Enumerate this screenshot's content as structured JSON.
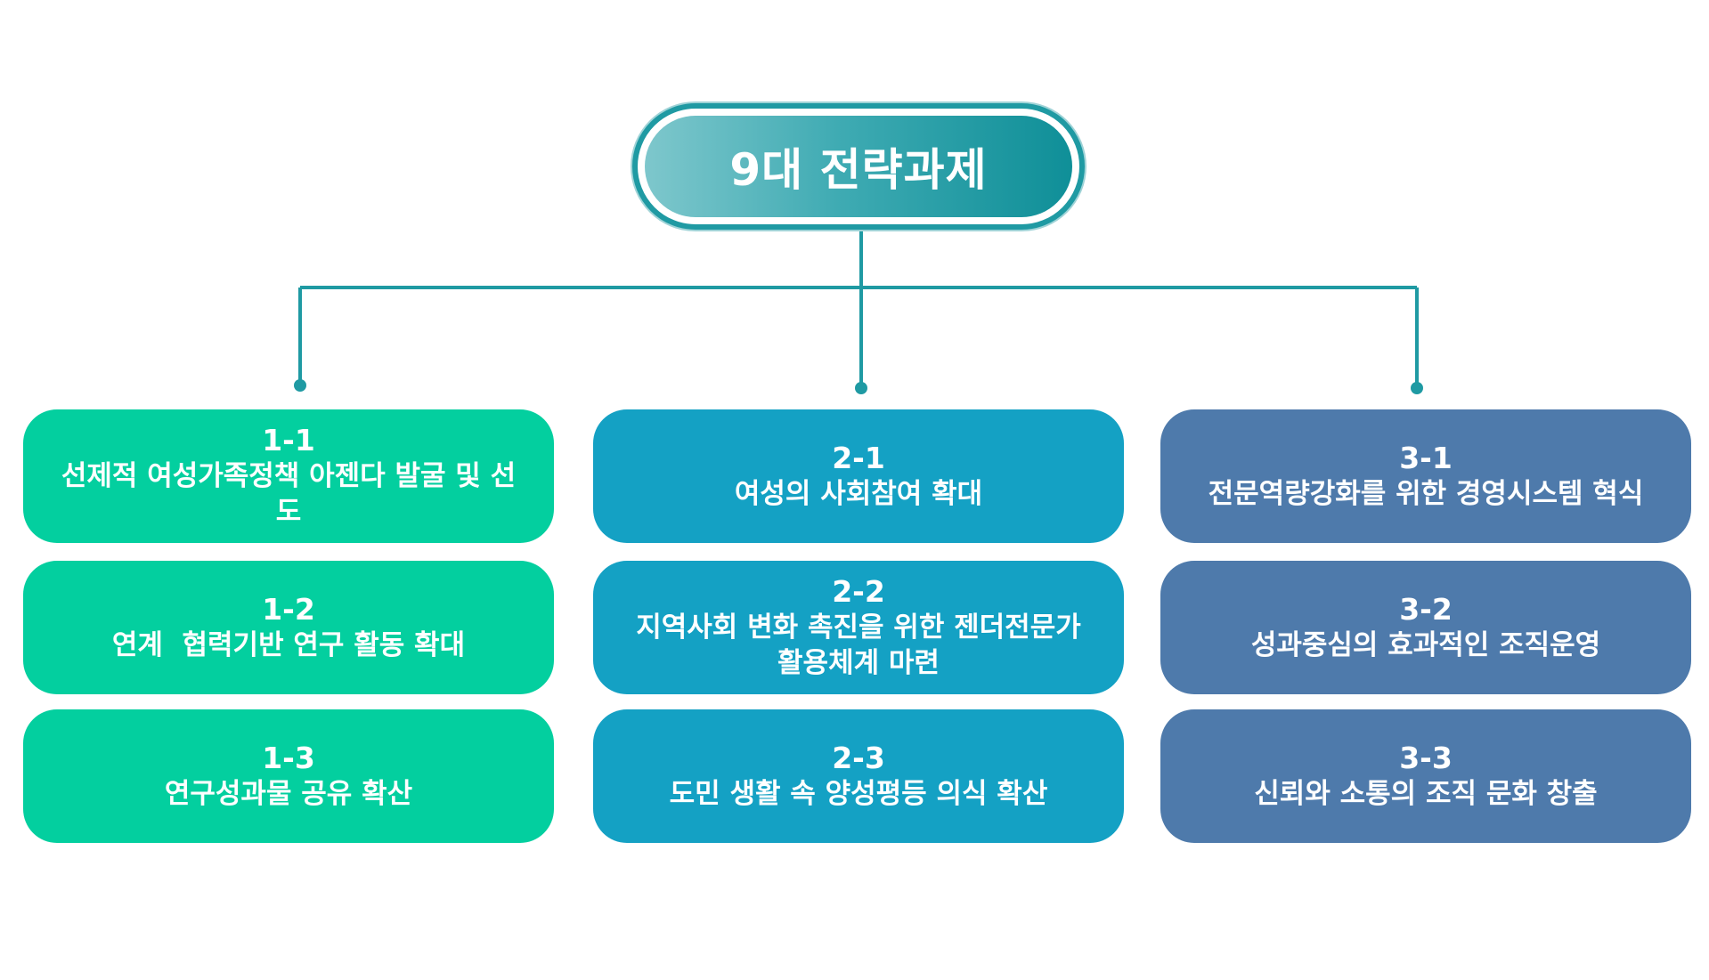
{
  "title": "9대 전략과제",
  "colors": {
    "connector": "#1f9aa3",
    "column_1": "#03cf9f",
    "column_2": "#14a1c4",
    "column_3": "#4e7aab"
  },
  "columns": [
    {
      "tasks": [
        {
          "number": "1-1",
          "label": "선제적 여성가족정책 아젠다 발굴 및 선도"
        },
        {
          "number": "1-2",
          "label": "연계  협력기반 연구 활동 확대"
        },
        {
          "number": "1-3",
          "label": "연구성과물 공유 확산"
        }
      ]
    },
    {
      "tasks": [
        {
          "number": "2-1",
          "label": "여성의 사회참여 확대"
        },
        {
          "number": "2-2",
          "label": "지역사회 변화 촉진을 위한 젠더전문가 활용체계 마련"
        },
        {
          "number": "2-3",
          "label": "도민 생활 속 양성평등 의식 확산"
        }
      ]
    },
    {
      "tasks": [
        {
          "number": "3-1",
          "label": "전문역량강화를 위한 경영시스템 혁식"
        },
        {
          "number": "3-2",
          "label": "성과중심의 효과적인 조직운영"
        },
        {
          "number": "3-3",
          "label": "신뢰와 소통의 조직 문화 창출"
        }
      ]
    }
  ]
}
